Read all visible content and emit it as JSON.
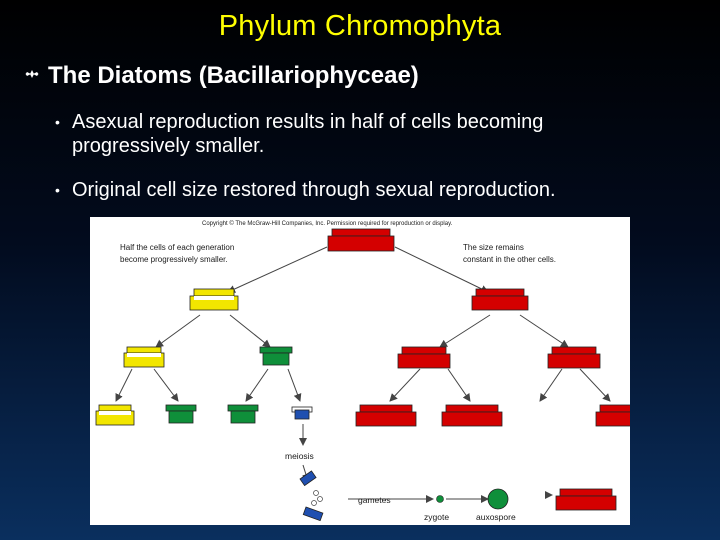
{
  "slide": {
    "title": "Phylum Chromophyta",
    "heading": "The Diatoms (Bacillariophyceae)",
    "bullets": [
      {
        "line1": "Asexual reproduction results in half of cells becoming",
        "line2": "progressively smaller."
      },
      {
        "line1": "Original cell size restored through sexual reproduction.",
        "line2": ""
      }
    ]
  },
  "figure": {
    "copyright": "Copyright © The McGraw-Hill Companies, Inc. Permission required for reproduction or display.",
    "left_note_1": "Half the cells of each generation",
    "left_note_2": "become progressively smaller.",
    "right_note_1": "The size remains",
    "right_note_2": "constant in the other cells.",
    "meiosis": "meiosis",
    "gametes": "gametes",
    "zygote": "zygote",
    "auxospore": "auxospore"
  },
  "colors": {
    "title": "#ffff00",
    "red": "#d40000",
    "yellow": "#f2e600",
    "green": "#0f8f3a",
    "blue": "#1f4fb0"
  }
}
